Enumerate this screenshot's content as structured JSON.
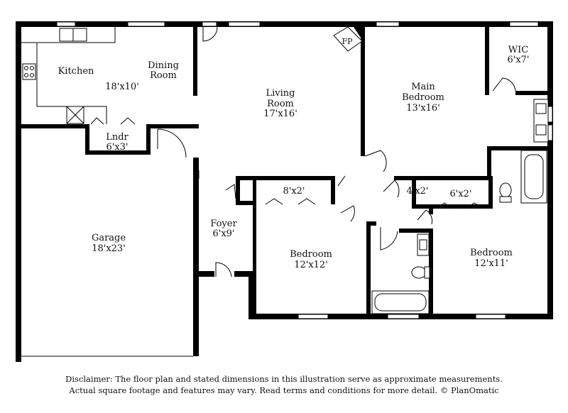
{
  "rooms": {
    "kitchen": {
      "name": "Kitchen"
    },
    "dining": {
      "name_line1": "Dining",
      "name_line2": "Room",
      "dims": "18'x10'"
    },
    "living": {
      "name_line1": "Living",
      "name_line2": "Room",
      "dims": "17'x16'"
    },
    "fireplace": {
      "name": "FP"
    },
    "main_bedroom": {
      "name_line1": "Main",
      "name_line2": "Bedroom",
      "dims": "13'x16'"
    },
    "wic": {
      "name": "WIC",
      "dims": "6'x7'"
    },
    "laundry": {
      "name": "Lndr",
      "dims": "6'x3'"
    },
    "garage": {
      "name": "Garage",
      "dims": "18'x23'"
    },
    "foyer": {
      "name": "Foyer",
      "dims": "6'x9'"
    },
    "closet_8x2": {
      "dims": "8'x2'"
    },
    "closet_4x2": {
      "dims": "4'x2'"
    },
    "closet_6x2": {
      "dims": "6'x2'"
    },
    "bedroom_1": {
      "name": "Bedroom",
      "dims": "12'x12'"
    },
    "bedroom_2": {
      "name": "Bedroom",
      "dims": "12'x11'"
    }
  },
  "disclaimer": {
    "line1": "Disclaimer: The floor plan and stated dimensions in this illustration serve as approximate measurements.",
    "line2": "Actual square footage and features may vary. Read terms and conditions for more detail. © PlanOmatic"
  }
}
